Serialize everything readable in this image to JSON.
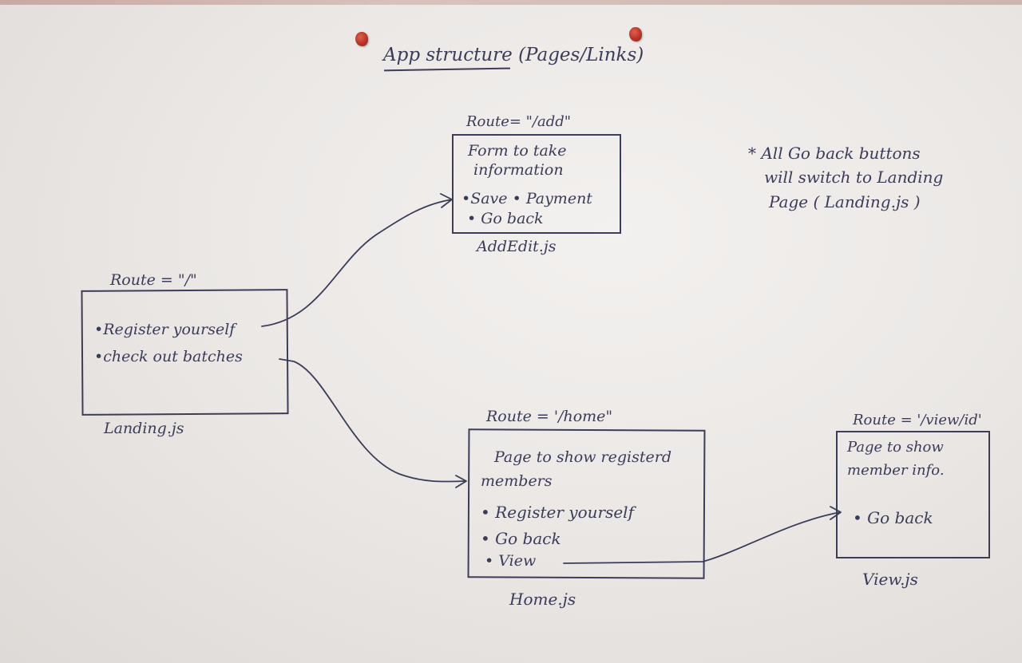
{
  "title": "App structure (Pages/Links)",
  "note": {
    "line1": "* All Go back buttons",
    "line2": "will switch to Landing",
    "line3": "Page ( Landing.js )"
  },
  "landing": {
    "route": "Route = \"/\"",
    "items": [
      "•Register yourself",
      "•check out batches"
    ],
    "filename": "Landing.js"
  },
  "add": {
    "route": "Route= \"/add\"",
    "line1": "Form to take",
    "line2": "information",
    "item1": "•Save • Payment",
    "item2": "• Go back",
    "filename": "AddEdit.js"
  },
  "home": {
    "route": "Route = '/home\"",
    "line1": "Page to show registerd",
    "line2": "members",
    "items": [
      "• Register yourself",
      "• Go back",
      "• View"
    ],
    "filename": "Home.js"
  },
  "view": {
    "route": "Route = '/view/id'",
    "line1": "Page to show",
    "line2": "member info.",
    "item": "• Go back",
    "filename": "View.js"
  },
  "colors": {
    "ink": "#3b3c58",
    "pin": "#b7342a",
    "paper": "#ebe8e6"
  }
}
